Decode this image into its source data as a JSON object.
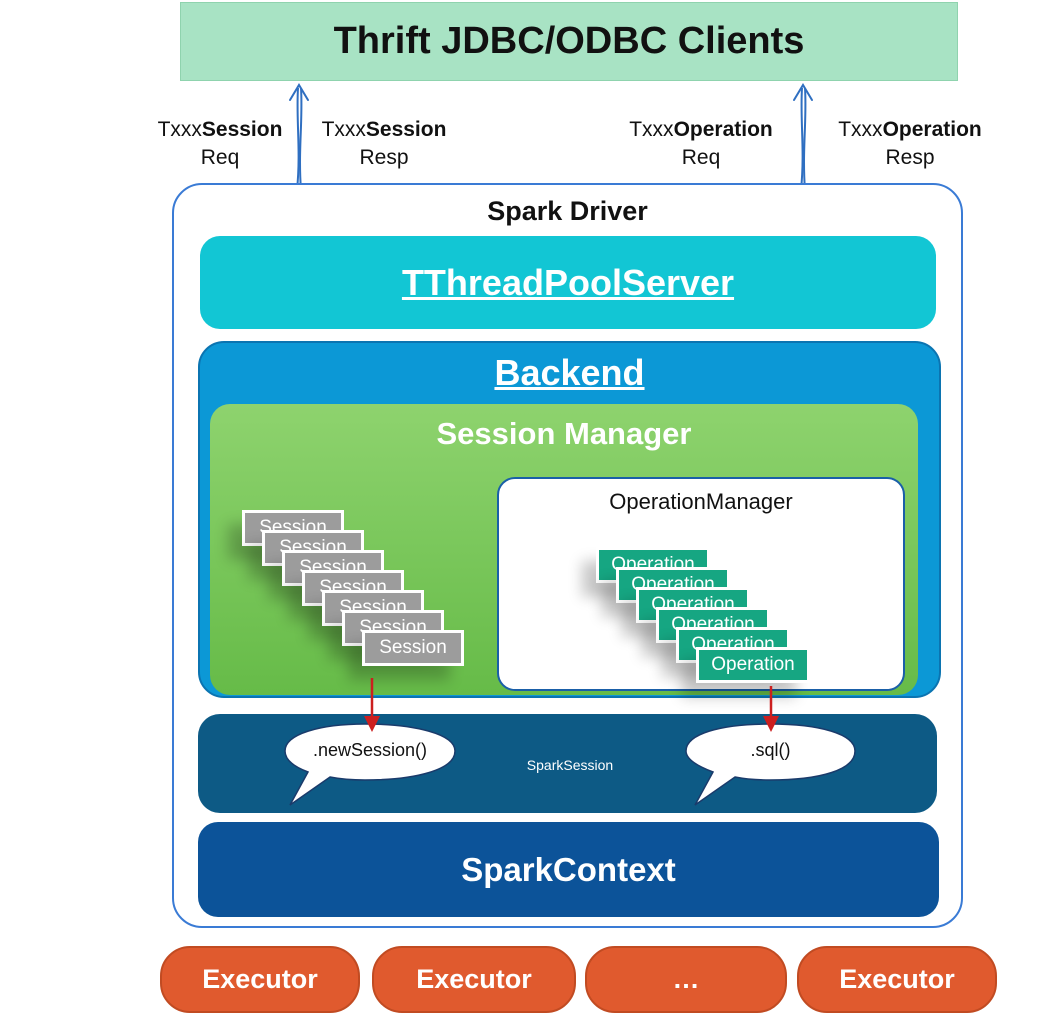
{
  "clients": {
    "title": "Thrift JDBC/ODBC Clients"
  },
  "arrow_labels": {
    "session_req": {
      "prefix": "Txxx",
      "bold": "Session",
      "suffix": "Req"
    },
    "session_resp": {
      "prefix": "Txxx",
      "bold": "Session",
      "suffix": "Resp"
    },
    "operation_req": {
      "prefix": "Txxx",
      "bold": "Operation",
      "suffix": "Req"
    },
    "operation_resp": {
      "prefix": "Txxx",
      "bold": "Operation",
      "suffix": "Resp"
    }
  },
  "driver": {
    "title": "Spark Driver"
  },
  "thread_pool_server": {
    "title": "TThreadPoolServer"
  },
  "backend": {
    "title": "Backend"
  },
  "session_manager": {
    "title": "Session Manager",
    "sessions": [
      "Session",
      "Session",
      "Session",
      "Session",
      "Session",
      "Session",
      "Session"
    ]
  },
  "operation_manager": {
    "title": "OperationManager",
    "operations": [
      "Operation",
      "Operation",
      "Operation",
      "Operation",
      "Operation",
      "Operation"
    ]
  },
  "spark_session": {
    "label": "SparkSession",
    "new_session_call": ".newSession()",
    "sql_call": ".sql()"
  },
  "spark_context": {
    "title": "SparkContext"
  },
  "executors": [
    "Executor",
    "Executor",
    "…",
    "Executor"
  ],
  "colors": {
    "clients_bg": "#a8e3c4",
    "thread_pool_bg": "#12c6d4",
    "backend_bg": "#0c98d6",
    "session_manager_bg": "#7cc85a",
    "session_card": "#9c9c9c",
    "operation_card": "#16a682",
    "spark_session_bg": "#0d5a85",
    "spark_context_bg": "#0c5399",
    "executor_bg": "#e05a2e",
    "call_arrow": "#cc1f1f",
    "message_arrow": "#2f6fc1"
  }
}
